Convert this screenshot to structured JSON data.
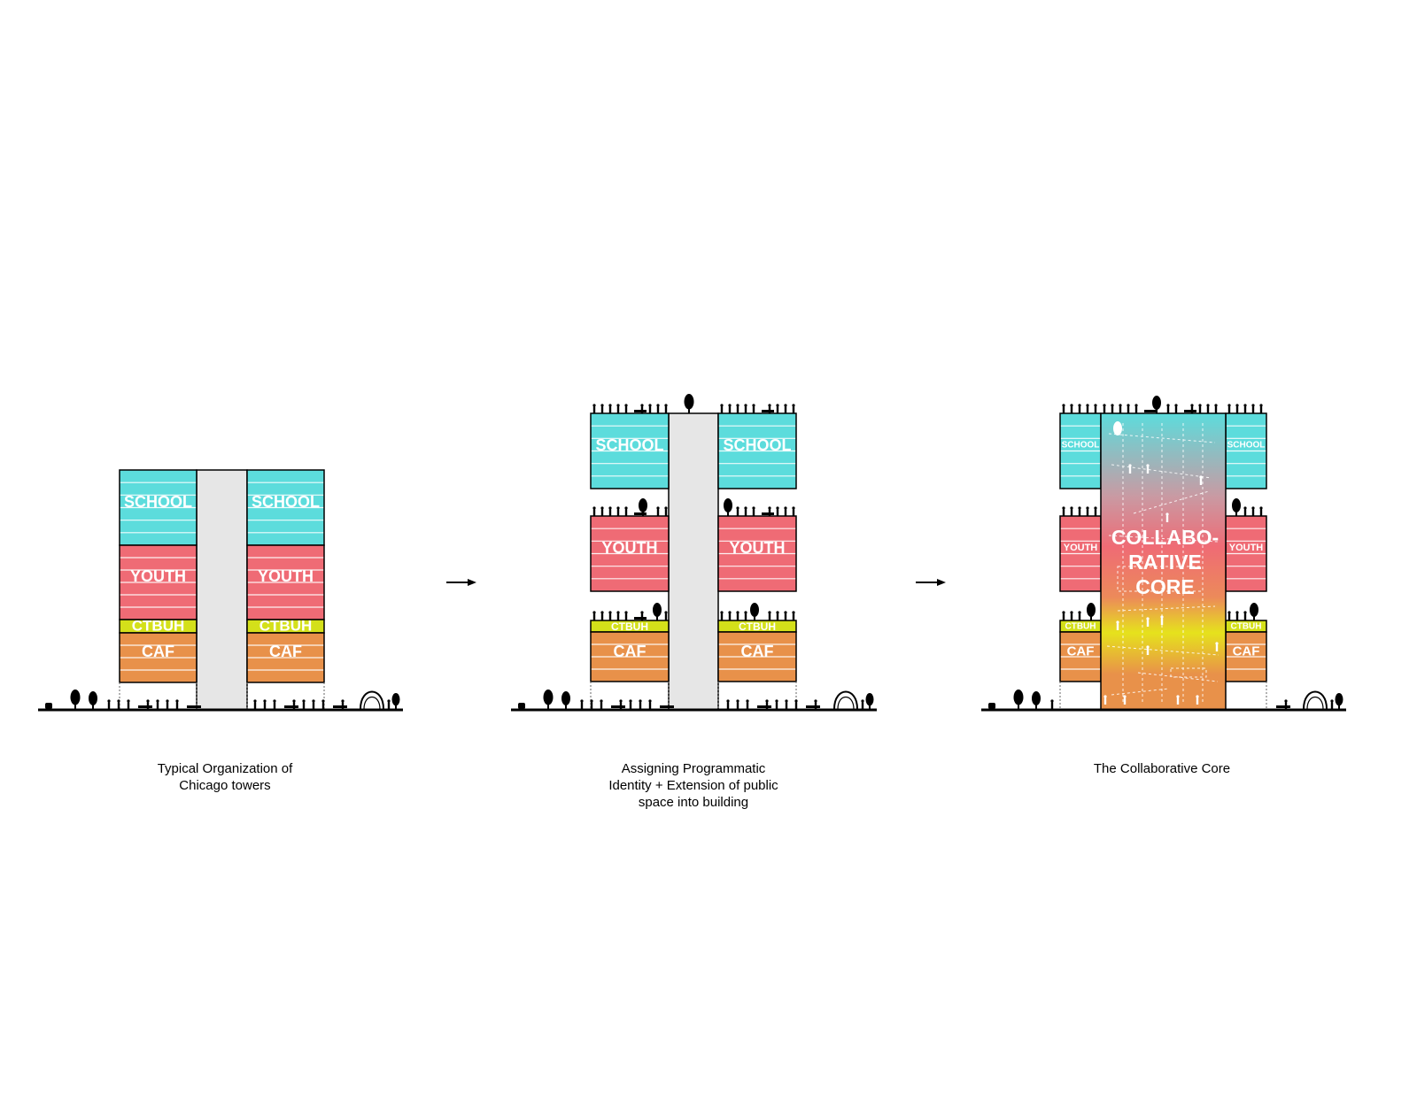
{
  "colors": {
    "school": "#5cdcdc",
    "youth": "#ef6b75",
    "ctbuh": "#d4e01a",
    "caf": "#e8914a",
    "core_grey": "#e6e6e6",
    "ink": "#000000"
  },
  "panels": [
    {
      "caption": [
        "Typical Organization of",
        "Chicago towers"
      ],
      "labels": {
        "school": "SCHOOL",
        "youth": "YOUTH",
        "ctbuh": "CTBUH",
        "caf": "CAF"
      }
    },
    {
      "caption": [
        "Assigning Programmatic",
        "Identity + Extension of public",
        "space into building"
      ],
      "labels": {
        "school": "SCHOOL",
        "youth": "YOUTH",
        "ctbuh": "CTBUH",
        "caf": "CAF"
      }
    },
    {
      "caption": [
        "The Collaborative Core"
      ],
      "labels": {
        "school": "SCHOOL",
        "youth": "YOUTH",
        "ctbuh": "CTBUH",
        "caf": "CAF"
      },
      "core_label": [
        "COLLABO-",
        "RATIVE",
        "CORE"
      ]
    }
  ],
  "icons": {
    "arrow": "right-arrow-icon",
    "tree": "tree-icon",
    "person": "person-icon",
    "bench": "bench-icon",
    "sculpture": "cloud-gate-sculpture-icon"
  }
}
